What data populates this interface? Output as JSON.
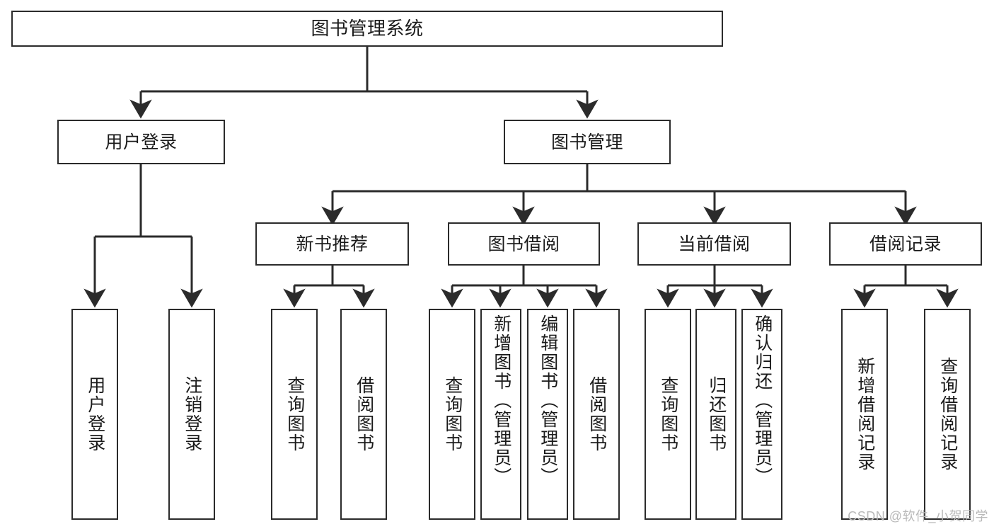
{
  "diagram": {
    "title": "图书管理系统",
    "type": "hierarchy-tree",
    "root": {
      "id": "root",
      "label": "图书管理系统"
    },
    "level1": [
      {
        "id": "user-login",
        "label": "用户登录"
      },
      {
        "id": "book-management",
        "label": "图书管理"
      }
    ],
    "level2": [
      {
        "id": "new-book-recommend",
        "label": "新书推荐",
        "parent": "book-management"
      },
      {
        "id": "book-borrow",
        "label": "图书借阅",
        "parent": "book-management"
      },
      {
        "id": "current-borrow",
        "label": "当前借阅",
        "parent": "book-management"
      },
      {
        "id": "borrow-record",
        "label": "借阅记录",
        "parent": "book-management"
      }
    ],
    "leaves": {
      "user_login": [
        {
          "id": "leaf-user-login",
          "label": "用户登录"
        },
        {
          "id": "leaf-user-logout",
          "label": "注销登录"
        }
      ],
      "new_book_recommend": [
        {
          "id": "leaf-query-book-1",
          "label": "查询图书"
        },
        {
          "id": "leaf-borrow-book-1",
          "label": "借阅图书"
        }
      ],
      "book_borrow": [
        {
          "id": "leaf-query-book-2",
          "label": "查询图书"
        },
        {
          "id": "leaf-add-book",
          "label": "新增图书（管理员）"
        },
        {
          "id": "leaf-edit-book",
          "label": "编辑图书（管理员）"
        },
        {
          "id": "leaf-borrow-book-2",
          "label": "借阅图书"
        }
      ],
      "current_borrow": [
        {
          "id": "leaf-query-book-3",
          "label": "查询图书"
        },
        {
          "id": "leaf-return-book",
          "label": "归还图书"
        },
        {
          "id": "leaf-confirm-return",
          "label": "确认归还（管理员）"
        }
      ],
      "borrow_record": [
        {
          "id": "leaf-add-record",
          "label": "新增借阅记录"
        },
        {
          "id": "leaf-query-record",
          "label": "查询借阅记录"
        }
      ]
    }
  },
  "watermark": {
    "text": "CSDN @软件_小贺同学"
  },
  "colors": {
    "stroke": "#2b2b2b",
    "background": "#ffffff",
    "text": "#1a1a1a",
    "watermark": "#b9b9b9"
  }
}
